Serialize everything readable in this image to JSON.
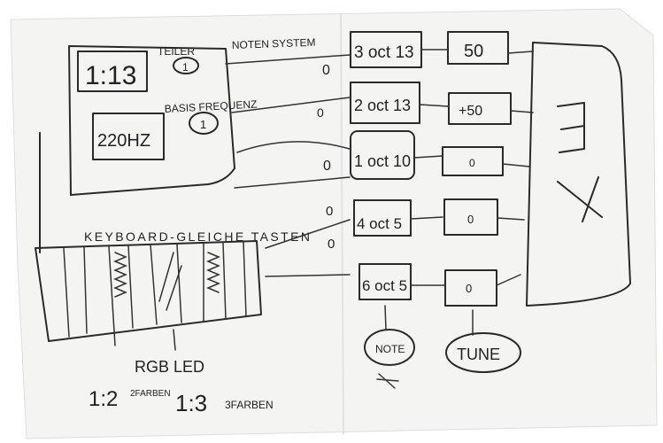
{
  "colors": {
    "paper": "#f4f4f2",
    "ink": "#2a2a2a"
  },
  "labels": {
    "ratio": "1:13",
    "frequency": "220HZ",
    "divider": "TEILER",
    "note_system": "NOTEN SYSTEM",
    "base_frequency": "BASIS FREQUENZ",
    "keyboard": "KEYBOARD-GLEICHE TASTEN",
    "rgb_led": "RGB LED",
    "ratio_2": "1:2",
    "colors_2": "2FARBEN",
    "ratio_3": "1:3",
    "colors_3": "3FARBEN",
    "note": "NOTE",
    "tune": "TUNE"
  },
  "knob_marks": [
    "1",
    "1"
  ],
  "rows": [
    {
      "switch": "0",
      "octave": "3 oct 13",
      "value": "50"
    },
    {
      "switch": "0",
      "octave": "2 oct 13",
      "value": "+50"
    },
    {
      "switch": "0",
      "octave": "1 oct 10",
      "value": "0"
    },
    {
      "switch": "0",
      "octave": "4 oct 5",
      "value": "0"
    },
    {
      "switch": "0",
      "octave": "6 oct 5",
      "value": "0"
    }
  ]
}
